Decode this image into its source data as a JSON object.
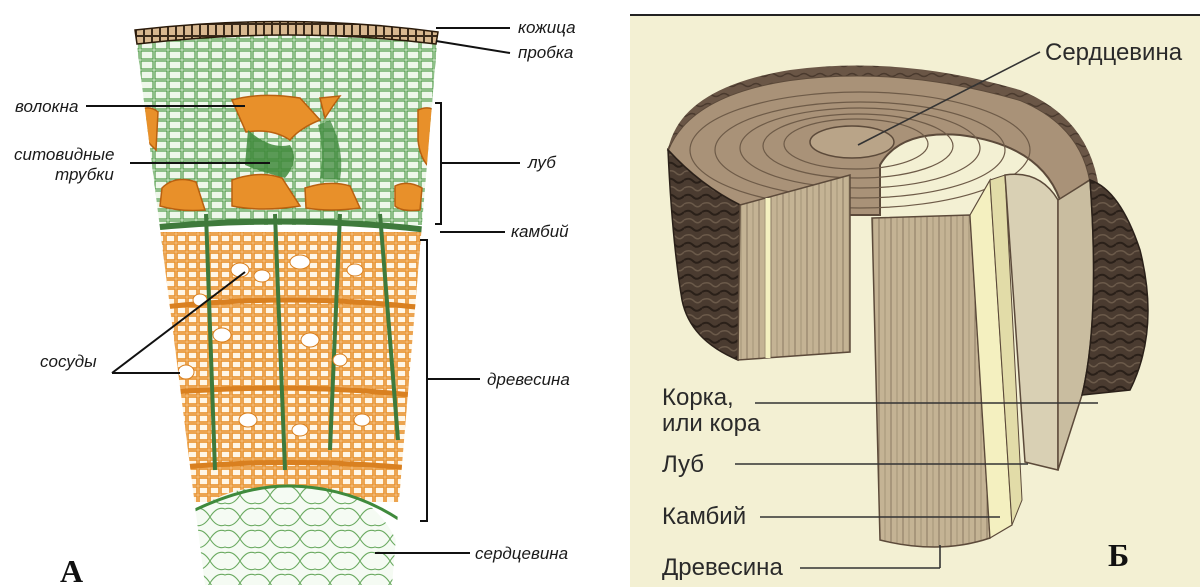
{
  "panel_a": {
    "tag": "А",
    "labels": {
      "skin": "кожица",
      "cork": "пробка",
      "fibers": "волокна",
      "sieve_tubes_1": "ситовидные",
      "sieve_tubes_2": "трубки",
      "bast": "луб",
      "cambium": "камбий",
      "vessels": "сосуды",
      "wood": "древесина",
      "pith": "сердцевина"
    },
    "colors": {
      "wood": "#f0a030",
      "cells_green": "#3f8a3c",
      "pith": "#dff0d8",
      "fibers": "#e8902a"
    }
  },
  "panel_b": {
    "tag": "Б",
    "labels": {
      "pith": "Сердцевина",
      "bark_1": "Корка,",
      "bark_2": "или кора",
      "bast": "Луб",
      "cambium": "Камбий",
      "wood": "Древесина"
    },
    "colors": {
      "background": "#f3f0d3",
      "wood": "#c8b79a",
      "bark": "#5c4a3a",
      "bast": "#f4f0c0"
    }
  }
}
